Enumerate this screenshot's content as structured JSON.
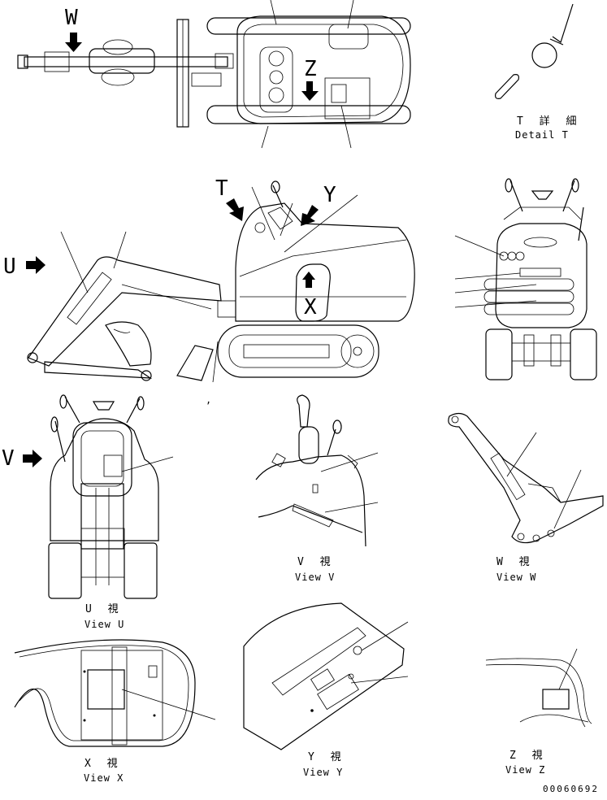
{
  "diagram": {
    "callout_letters": {
      "w": "W",
      "z": "Z",
      "t": "T",
      "y": "Y",
      "u": "U",
      "x": "X",
      "v": "V"
    },
    "views": {
      "detail_t": {
        "jp": "T 詳 細",
        "en": "Detail T"
      },
      "view_u": {
        "jp": "U 視",
        "en": "View U"
      },
      "view_v": {
        "jp": "V 視",
        "en": "View V"
      },
      "view_w": {
        "jp": "W 視",
        "en": "View W"
      },
      "view_x": {
        "jp": "X 視",
        "en": "View X"
      },
      "view_y": {
        "jp": "Y 視",
        "en": "View Y"
      },
      "view_z": {
        "jp": "Z 視",
        "en": "View Z"
      }
    },
    "stray_mark": ",",
    "document_number": "00060692"
  }
}
